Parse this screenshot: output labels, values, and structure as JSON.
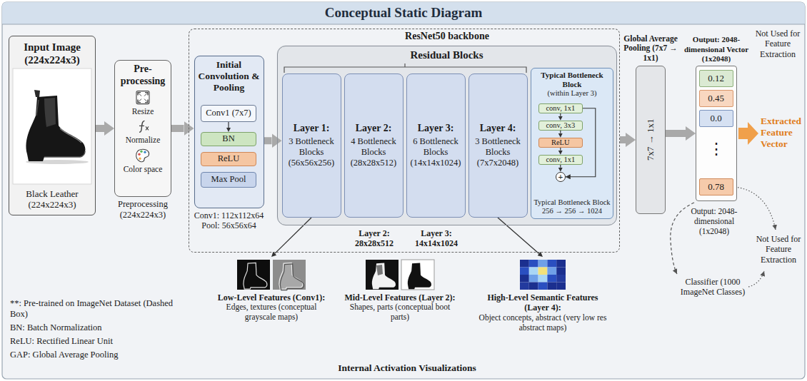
{
  "diagram": {
    "title": "Conceptual Static Diagram",
    "nodes": [
      {
        "text": [
          "Input Image (224x224x3)",
          "Black Leather (224x224x3)"
        ]
      },
      {
        "text": [
          "Pre- processing",
          "Resize",
          "Normalize",
          "Color space",
          "Preprocessing (224x224x3)"
        ]
      },
      {
        "text": [
          "ResNet50 backbone"
        ]
      },
      {
        "text": [
          "Initial Convolution & Pooling",
          "Conv1: 112x112x64 Pool: 56x56x64"
        ],
        "in": 2
      },
      {
        "text": [
          "Conv1 (7x7)"
        ],
        "in": 3
      },
      {
        "text": [
          "BN"
        ],
        "in": 3
      },
      {
        "text": [
          "ReLU"
        ],
        "in": 3
      },
      {
        "text": [
          "Max Pool"
        ],
        "in": 3
      },
      {
        "text": [
          "Residual Blocks"
        ],
        "in": 2
      },
      {
        "text": [
          "Layer 1:",
          "3 Bottleneck Blocks (56x56x256)"
        ],
        "in": 8
      },
      {
        "text": [
          "Layer 2:",
          "4 Bottleneck Blocks (28x28x512)"
        ],
        "in": 8
      },
      {
        "text": [
          "Layer 3:",
          "6 Bottleneck Blocks (14x14x1024)"
        ],
        "in": 8
      },
      {
        "text": [
          "Layer 4:",
          "3 Bottleneck Blocks (7x7x2048)"
        ],
        "in": 8
      },
      {
        "text": [
          "Typical Bottleneck Block",
          "(within Layer 3)",
          "Typical Bottleneck Block 256 → 256 → 1024"
        ],
        "in": 8
      },
      {
        "text": [
          "conv, 1x1"
        ],
        "in": 13
      },
      {
        "text": [
          "conv, 3x3"
        ],
        "in": 13
      },
      {
        "text": [
          "ReLU"
        ],
        "in": 13
      },
      {
        "text": [
          "conv, 1x1"
        ],
        "in": 13
      },
      {
        "text": [
          "+"
        ],
        "in": 13
      },
      {
        "text": [
          "Global Average Pooling (7x7 → 1x1)",
          "7x7 → 1x1"
        ]
      },
      {
        "text": [
          "Output: 2048-dimensional Vector (1x2048)"
        ]
      },
      {
        "text": [
          "0.12"
        ],
        "in": 20
      },
      {
        "text": [
          "0.45"
        ],
        "in": 20
      },
      {
        "text": [
          "0.0"
        ],
        "in": 20
      },
      {
        "text": [
          "0.78"
        ],
        "in": 20
      },
      {
        "text": [
          "Low-Level Features (Conv1):",
          "Edges, textures (conceptual grayscale maps)"
        ]
      },
      {
        "text": [
          "Mid-Level Features (Layer 2):",
          "Shapes, parts (conceptual boot parts)"
        ]
      },
      {
        "text": [
          "High-Level Semantic Features (Layer 4):",
          "Object concepts, abstract (very low res abstract maps)"
        ]
      }
    ],
    "edges": [
      {
        "from": 0,
        "to": 1,
        "arrow": "to"
      },
      {
        "from": 1,
        "to": 3,
        "arrow": "to"
      },
      {
        "from": 3,
        "to": 9,
        "arrow": "to"
      },
      {
        "from": 4,
        "to": 5,
        "arrow": "to"
      },
      {
        "from": 2,
        "to": 19,
        "arrow": "to"
      },
      {
        "from": 19,
        "to": 20,
        "arrow": "to"
      },
      {
        "from": 14,
        "to": 15,
        "arrow": "to"
      },
      {
        "from": 15,
        "to": 16,
        "arrow": "to"
      },
      {
        "from": 16,
        "to": 17,
        "arrow": "to"
      },
      {
        "from": 17,
        "to": 18,
        "arrow": "to"
      },
      {
        "from": 9,
        "to": 25,
        "arrow": "to"
      },
      {
        "from": 12,
        "to": 27,
        "arrow": "to"
      }
    ],
    "labels": [
      "Layer 2: 28x28x512",
      "Layer 3: 14x14x1024",
      "⋮",
      "Extracted Feature Vector",
      "Not Used for Feature Extraction",
      "Output: 2048-dimensional (1x2048)",
      "Not Used for Feature Extraction",
      "Classifier (1000 ImageNet Classes)",
      "**: Pre-trained on ImageNet Dataset (Dashed Box)",
      "BN: Batch Normalization",
      "ReLU: Rectified Linear Unit",
      "GAP: Global Average Pooling",
      "Internal Activation Visualizations"
    ]
  }
}
